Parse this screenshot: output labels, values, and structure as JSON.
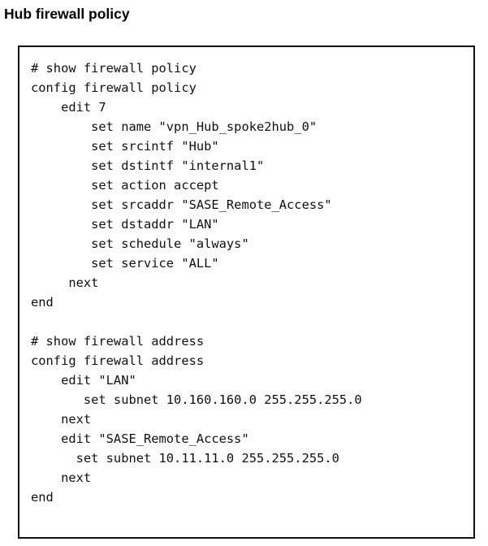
{
  "page": {
    "title": "Hub firewall policy",
    "background_color": "#ffffff",
    "text_color": "#111111",
    "border_color": "#111111"
  },
  "code_block": {
    "language": "fortios-cli",
    "lines": [
      "# show firewall policy",
      "config firewall policy",
      "    edit 7",
      "        set name \"vpn_Hub_spoke2hub_0\"",
      "        set srcintf \"Hub\"",
      "        set dstintf \"internal1\"",
      "        set action accept",
      "        set srcaddr \"SASE_Remote_Access\"",
      "        set dstaddr \"LAN\"",
      "        set schedule \"always\"",
      "        set service \"ALL\"",
      "     next",
      "end",
      "",
      "# show firewall address",
      "config firewall address",
      "    edit \"LAN\"",
      "       set subnet 10.160.160.0 255.255.255.0",
      "    next",
      "    edit \"SASE_Remote_Access\"",
      "      set subnet 10.11.11.0 255.255.255.0",
      "    next",
      "end"
    ]
  }
}
